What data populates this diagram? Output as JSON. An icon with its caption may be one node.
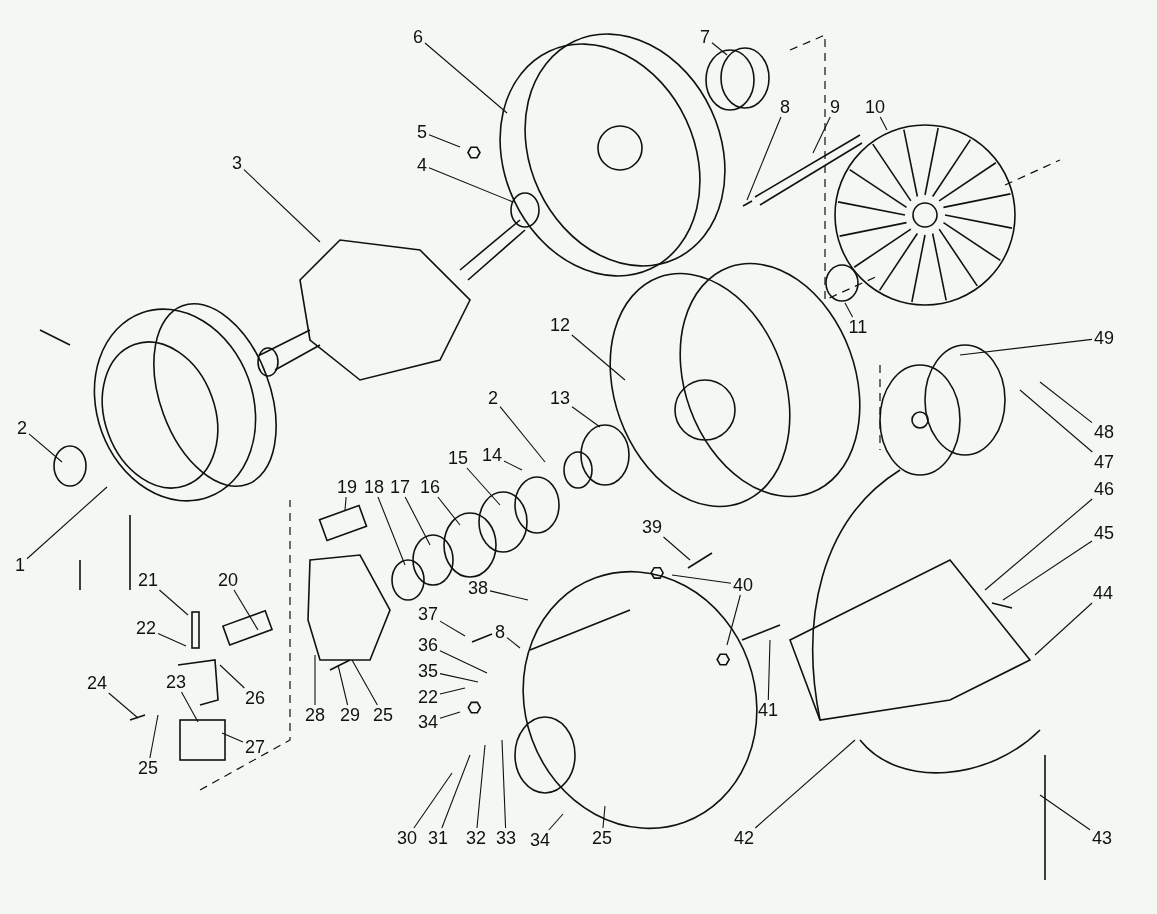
{
  "diagram": {
    "nodes": [
      {
        "text": [
          "6"
        ]
      },
      {
        "text": [
          "7"
        ]
      },
      {
        "text": [
          "5"
        ]
      },
      {
        "text": [
          "8"
        ]
      },
      {
        "text": [
          "9"
        ]
      },
      {
        "text": [
          "10"
        ]
      },
      {
        "text": [
          "4"
        ]
      },
      {
        "text": [
          "3"
        ]
      },
      {
        "text": [
          "11"
        ]
      },
      {
        "text": [
          "12"
        ]
      },
      {
        "text": [
          "49"
        ]
      },
      {
        "text": [
          "2"
        ]
      },
      {
        "text": [
          "48"
        ]
      },
      {
        "text": [
          "13"
        ]
      },
      {
        "text": [
          "2"
        ]
      },
      {
        "text": [
          "14"
        ]
      },
      {
        "text": [
          "15"
        ]
      },
      {
        "text": [
          "47"
        ]
      },
      {
        "text": [
          "46"
        ]
      },
      {
        "text": [
          "19"
        ]
      },
      {
        "text": [
          "18"
        ]
      },
      {
        "text": [
          "17"
        ]
      },
      {
        "text": [
          "16"
        ]
      },
      {
        "text": [
          "39"
        ]
      },
      {
        "text": [
          "1"
        ]
      },
      {
        "text": [
          "40"
        ]
      },
      {
        "text": [
          "45"
        ]
      },
      {
        "text": [
          "21"
        ]
      },
      {
        "text": [
          "20"
        ]
      },
      {
        "text": [
          "38"
        ]
      },
      {
        "text": [
          "44"
        ]
      },
      {
        "text": [
          "37"
        ]
      },
      {
        "text": [
          "8"
        ]
      },
      {
        "text": [
          "22"
        ]
      },
      {
        "text": [
          "36"
        ]
      },
      {
        "text": [
          "35"
        ]
      },
      {
        "text": [
          "22"
        ]
      },
      {
        "text": [
          "24"
        ]
      },
      {
        "text": [
          "23"
        ]
      },
      {
        "text": [
          "26"
        ]
      },
      {
        "text": [
          "28"
        ]
      },
      {
        "text": [
          "29"
        ]
      },
      {
        "text": [
          "25"
        ]
      },
      {
        "text": [
          "41"
        ]
      },
      {
        "text": [
          "34"
        ]
      },
      {
        "text": [
          "27"
        ]
      },
      {
        "text": [
          "25"
        ]
      },
      {
        "text": [
          "30"
        ]
      },
      {
        "text": [
          "31"
        ]
      },
      {
        "text": [
          "32"
        ]
      },
      {
        "text": [
          "33"
        ]
      },
      {
        "text": [
          "34"
        ]
      },
      {
        "text": [
          "25"
        ]
      },
      {
        "text": [
          "42"
        ]
      },
      {
        "text": [
          "43"
        ]
      }
    ],
    "edges": [
      {
        "from": 0,
        "to": null,
        "arrow": "none"
      },
      {
        "from": 1,
        "to": null,
        "arrow": "none"
      },
      {
        "from": 2,
        "to": null,
        "arrow": "none"
      },
      {
        "from": 3,
        "to": null,
        "arrow": "none"
      },
      {
        "from": 4,
        "to": null,
        "arrow": "none"
      },
      {
        "from": 5,
        "to": null,
        "arrow": "none"
      },
      {
        "from": 6,
        "to": null,
        "arrow": "none"
      },
      {
        "from": 7,
        "to": null,
        "arrow": "none"
      },
      {
        "from": 8,
        "to": null,
        "arrow": "none"
      },
      {
        "from": 9,
        "to": null,
        "arrow": "none"
      },
      {
        "from": 10,
        "to": null,
        "arrow": "none"
      },
      {
        "from": 11,
        "to": null,
        "arrow": "none"
      },
      {
        "from": 12,
        "to": null,
        "arrow": "none"
      },
      {
        "from": 13,
        "to": null,
        "arrow": "none"
      },
      {
        "from": 14,
        "to": null,
        "arrow": "none"
      },
      {
        "from": 15,
        "to": null,
        "arrow": "none"
      },
      {
        "from": 16,
        "to": null,
        "arrow": "none"
      },
      {
        "from": 17,
        "to": null,
        "arrow": "none"
      },
      {
        "from": 18,
        "to": null,
        "arrow": "none"
      },
      {
        "from": 19,
        "to": null,
        "arrow": "none"
      },
      {
        "from": 20,
        "to": null,
        "arrow": "none"
      },
      {
        "from": 21,
        "to": null,
        "arrow": "none"
      },
      {
        "from": 22,
        "to": null,
        "arrow": "none"
      },
      {
        "from": 23,
        "to": null,
        "arrow": "none"
      },
      {
        "from": 24,
        "to": null,
        "arrow": "none"
      },
      {
        "from": 25,
        "to": null,
        "arrow": "none"
      },
      {
        "from": 25,
        "to": null,
        "arrow": "none"
      },
      {
        "from": 26,
        "to": null,
        "arrow": "none"
      },
      {
        "from": 27,
        "to": null,
        "arrow": "none"
      },
      {
        "from": 28,
        "to": null,
        "arrow": "none"
      },
      {
        "from": 29,
        "to": null,
        "arrow": "none"
      },
      {
        "from": 30,
        "to": null,
        "arrow": "none"
      },
      {
        "from": 31,
        "to": null,
        "arrow": "none"
      },
      {
        "from": 32,
        "to": null,
        "arrow": "none"
      },
      {
        "from": 33,
        "to": null,
        "arrow": "none"
      },
      {
        "from": 34,
        "to": null,
        "arrow": "none"
      },
      {
        "from": 35,
        "to": null,
        "arrow": "none"
      },
      {
        "from": 36,
        "to": null,
        "arrow": "none"
      },
      {
        "from": 37,
        "to": null,
        "arrow": "none"
      },
      {
        "from": 38,
        "to": null,
        "arrow": "none"
      },
      {
        "from": 39,
        "to": null,
        "arrow": "none"
      },
      {
        "from": 40,
        "to": null,
        "arrow": "none"
      },
      {
        "from": 41,
        "to": null,
        "arrow": "none"
      },
      {
        "from": 42,
        "to": null,
        "arrow": "none"
      },
      {
        "from": 43,
        "to": null,
        "arrow": "none"
      },
      {
        "from": 44,
        "to": null,
        "arrow": "none"
      },
      {
        "from": 45,
        "to": null,
        "arrow": "none"
      },
      {
        "from": 46,
        "to": null,
        "arrow": "none"
      },
      {
        "from": 47,
        "to": null,
        "arrow": "none"
      },
      {
        "from": 48,
        "to": null,
        "arrow": "none"
      },
      {
        "from": 49,
        "to": null,
        "arrow": "none"
      },
      {
        "from": 50,
        "to": null,
        "arrow": "none"
      },
      {
        "from": 51,
        "to": null,
        "arrow": "none"
      },
      {
        "from": 52,
        "to": null,
        "arrow": "none"
      },
      {
        "from": 53,
        "to": null,
        "arrow": "none"
      },
      {
        "from": 54,
        "to": null,
        "arrow": "none"
      }
    ]
  }
}
